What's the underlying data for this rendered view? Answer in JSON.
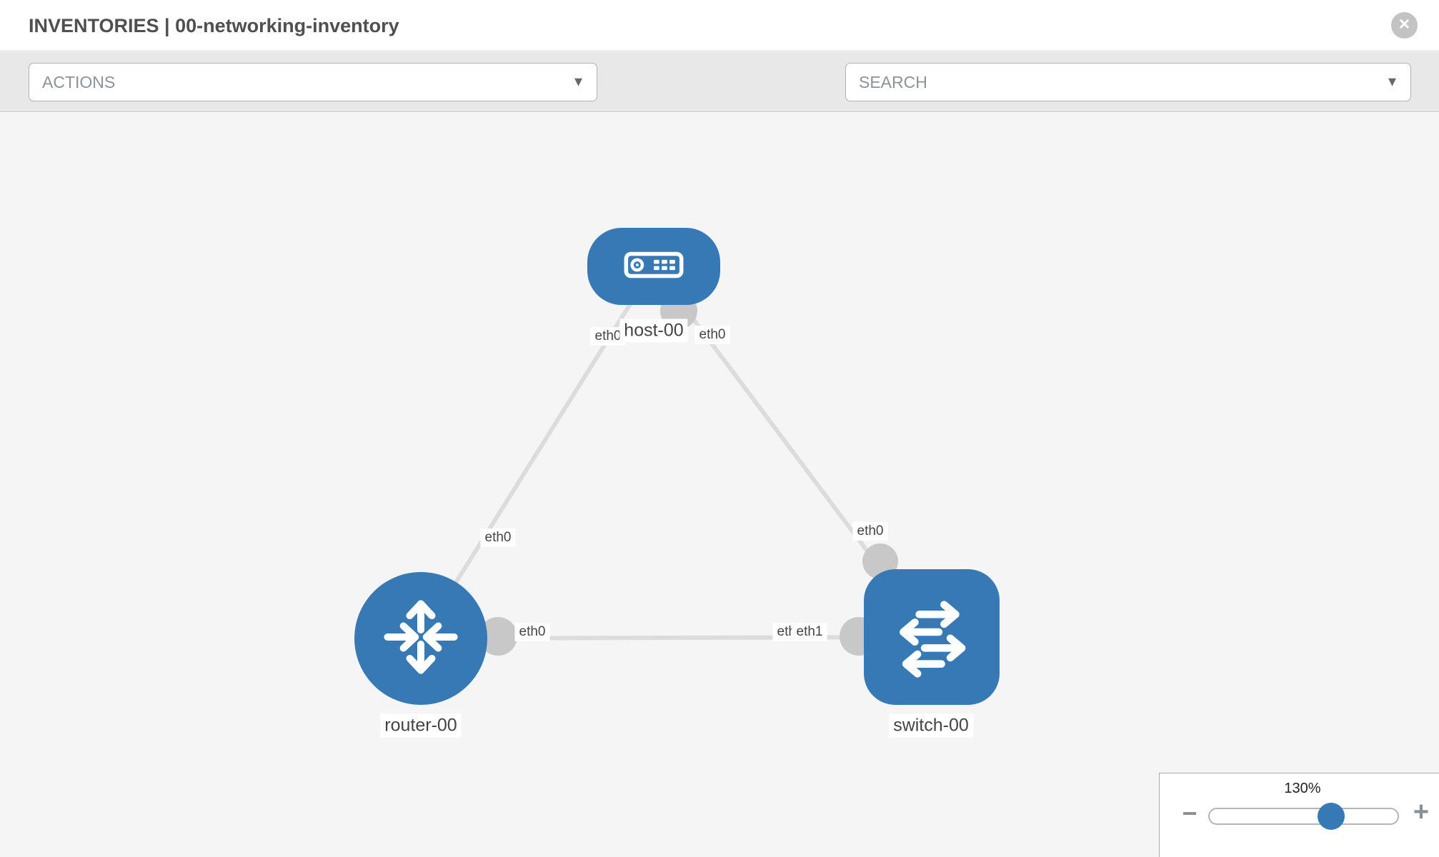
{
  "header": {
    "title": "INVENTORIES | 00-networking-inventory",
    "close_glyph": "✕"
  },
  "toolbar": {
    "actions_label": "ACTIONS",
    "search_placeholder": "SEARCH",
    "caret_glyph": "▾",
    "wrench_icon": "wrench-icon",
    "key_icon": "key-icon"
  },
  "topology": {
    "nodes": [
      {
        "label": "host-00",
        "type": "host"
      },
      {
        "label": "router-00",
        "type": "router"
      },
      {
        "label": "switch-00",
        "type": "switch"
      }
    ],
    "links": [
      {
        "from": "host-00",
        "to": "router-00",
        "from_interface": "eth0",
        "to_interface": "eth0"
      },
      {
        "from": "host-00",
        "to": "switch-00",
        "from_interface": "eth0",
        "to_interface": "eth0"
      },
      {
        "from": "router-00",
        "to": "switch-00",
        "from_interface": "eth0",
        "to_interface": "eth1",
        "to_interface_overlapped": "eth0"
      }
    ]
  },
  "zoom_control": {
    "value": "130%",
    "minus_glyph": "−",
    "plus_glyph": "+"
  },
  "colors": {
    "node_blue": "#3779b5",
    "link_gray": "#dcdcdc",
    "endpoint_gray": "#c8c8c8",
    "canvas_bg": "#f5f5f5"
  }
}
